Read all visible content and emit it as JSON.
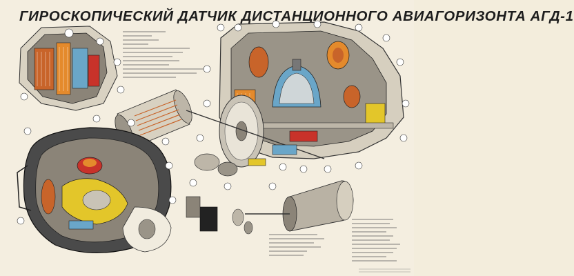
{
  "poster": {
    "title": "ГИРОСКОПИЧЕСКИЙ ДАТЧИК ДИСТАНЦИОННОГО АВИАГОРИЗОНТА АГД-1"
  },
  "colors": {
    "background": "#f4eee0",
    "housing": "#c9c3b6",
    "housing_dark": "#4a4a4a",
    "copper": "#c8642a",
    "orange": "#e48a2c",
    "yellow": "#e3c62a",
    "blue": "#6aa6c8",
    "red": "#c8322a"
  },
  "icons": [
    "gyro-housing-illustration",
    "rotor-illustration",
    "electric-motor-illustration",
    "gimbal-ring-illustration"
  ]
}
